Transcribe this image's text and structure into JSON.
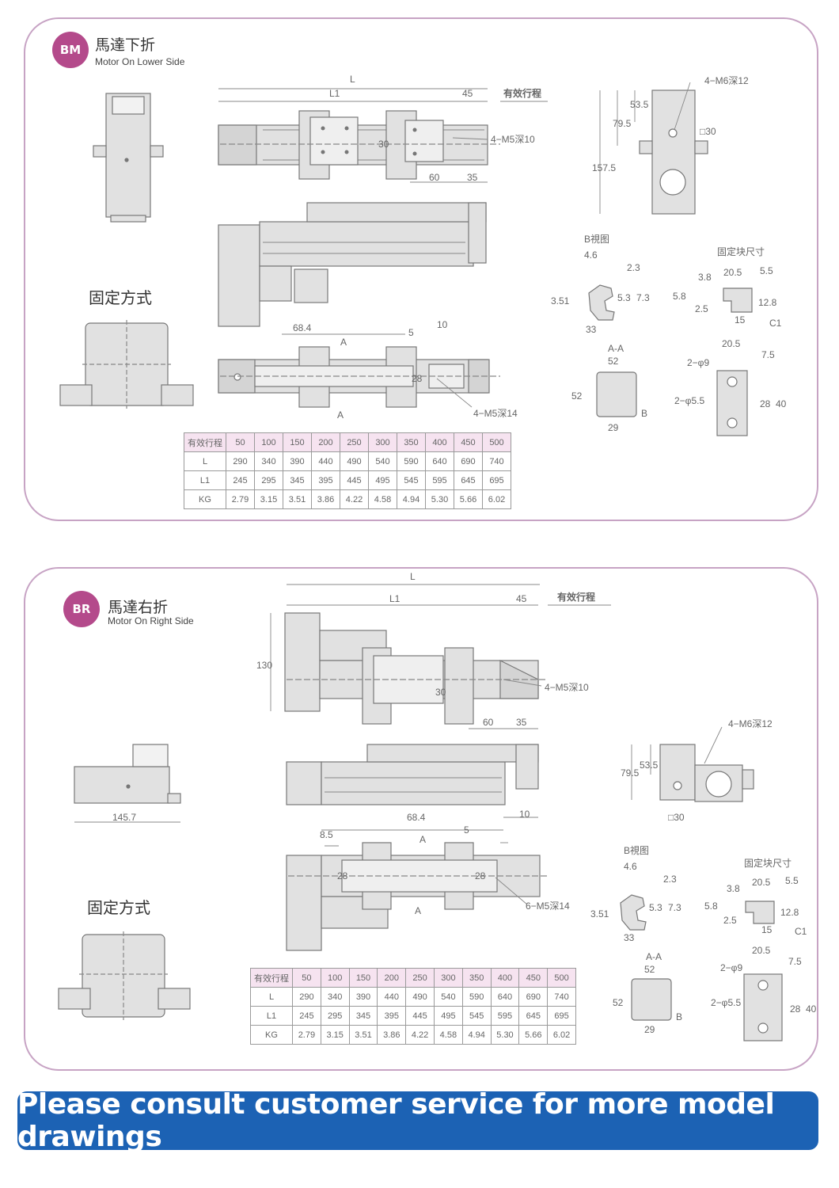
{
  "panels": [
    {
      "badge": "BM",
      "title": "馬達下折",
      "subtitle": "Motor On Lower Side",
      "mount_caption": "固定方式",
      "table": {
        "header": [
          "有效行程",
          "50",
          "100",
          "150",
          "200",
          "250",
          "300",
          "350",
          "400",
          "450",
          "500"
        ],
        "rows": [
          [
            "L",
            "290",
            "340",
            "390",
            "440",
            "490",
            "540",
            "590",
            "640",
            "690",
            "740"
          ],
          [
            "L1",
            "245",
            "295",
            "345",
            "395",
            "445",
            "495",
            "545",
            "595",
            "645",
            "695"
          ],
          [
            "KG",
            "2.79",
            "3.15",
            "3.51",
            "3.86",
            "4.22",
            "4.58",
            "4.94",
            "5.30",
            "5.66",
            "6.02"
          ]
        ]
      },
      "dims": {
        "L": "L",
        "L1": "L1",
        "d45": "45",
        "stroke": "有效行程",
        "d30": "30",
        "m5_10": "4−M5深10",
        "d60": "60",
        "d35": "35",
        "d68_4": "68.4",
        "d5": "5",
        "d10": "10",
        "d28": "28",
        "m5_14": "4−M5深14",
        "sec_a": "A",
        "m6_12": "4−M6深12",
        "d53_5": "53.5",
        "d79_5": "79.5",
        "d157_5": "157.5",
        "sq30": "□30"
      }
    },
    {
      "badge": "BR",
      "title": "馬達右折",
      "subtitle": "Motor On Right Side",
      "mount_caption": "固定方式",
      "table": {
        "header": [
          "有效行程",
          "50",
          "100",
          "150",
          "200",
          "250",
          "300",
          "350",
          "400",
          "450",
          "500"
        ],
        "rows": [
          [
            "L",
            "290",
            "340",
            "390",
            "440",
            "490",
            "540",
            "590",
            "640",
            "690",
            "740"
          ],
          [
            "L1",
            "245",
            "295",
            "345",
            "395",
            "445",
            "495",
            "545",
            "595",
            "645",
            "695"
          ],
          [
            "KG",
            "2.79",
            "3.15",
            "3.51",
            "3.86",
            "4.22",
            "4.58",
            "4.94",
            "5.30",
            "5.66",
            "6.02"
          ]
        ]
      },
      "dims": {
        "L": "L",
        "L1": "L1",
        "d45": "45",
        "stroke": "有效行程",
        "d130": "130",
        "d30": "30",
        "m5_10": "4−M5深10",
        "d60": "60",
        "d35": "35",
        "d145_7": "145.7",
        "d68_4": "68.4",
        "d10": "10",
        "d8_5": "8.5",
        "d5": "5",
        "d28": "28",
        "m5_14": "6−M5深14",
        "sec_a": "A",
        "m6_12": "4−M6深12",
        "d53_5": "53.5",
        "d79_5": "79.5",
        "sq30": "□30"
      }
    }
  ],
  "detail": {
    "bview": "B視图",
    "b4_6": "4.6",
    "b2_3": "2.3",
    "b3_51": "3.51",
    "b5_3": "5.3",
    "b7_3": "7.3",
    "b33": "33",
    "block_title": "固定块尺寸",
    "k20_5": "20.5",
    "k5_5": "5.5",
    "k3_8": "3.8",
    "k5_8": "5.8",
    "k12_8": "12.8",
    "k2_5": "2.5",
    "k15": "15",
    "kC1": "C1",
    "aa": "A-A",
    "a52": "52",
    "a29": "29",
    "aB": "B",
    "a52b": "52",
    "h20_5": "20.5",
    "h7_5": "7.5",
    "h9": "2−φ9",
    "h5_5": "2−φ5.5",
    "h28": "28",
    "h40": "40"
  },
  "banner": "Please consult customer service for more model drawings"
}
